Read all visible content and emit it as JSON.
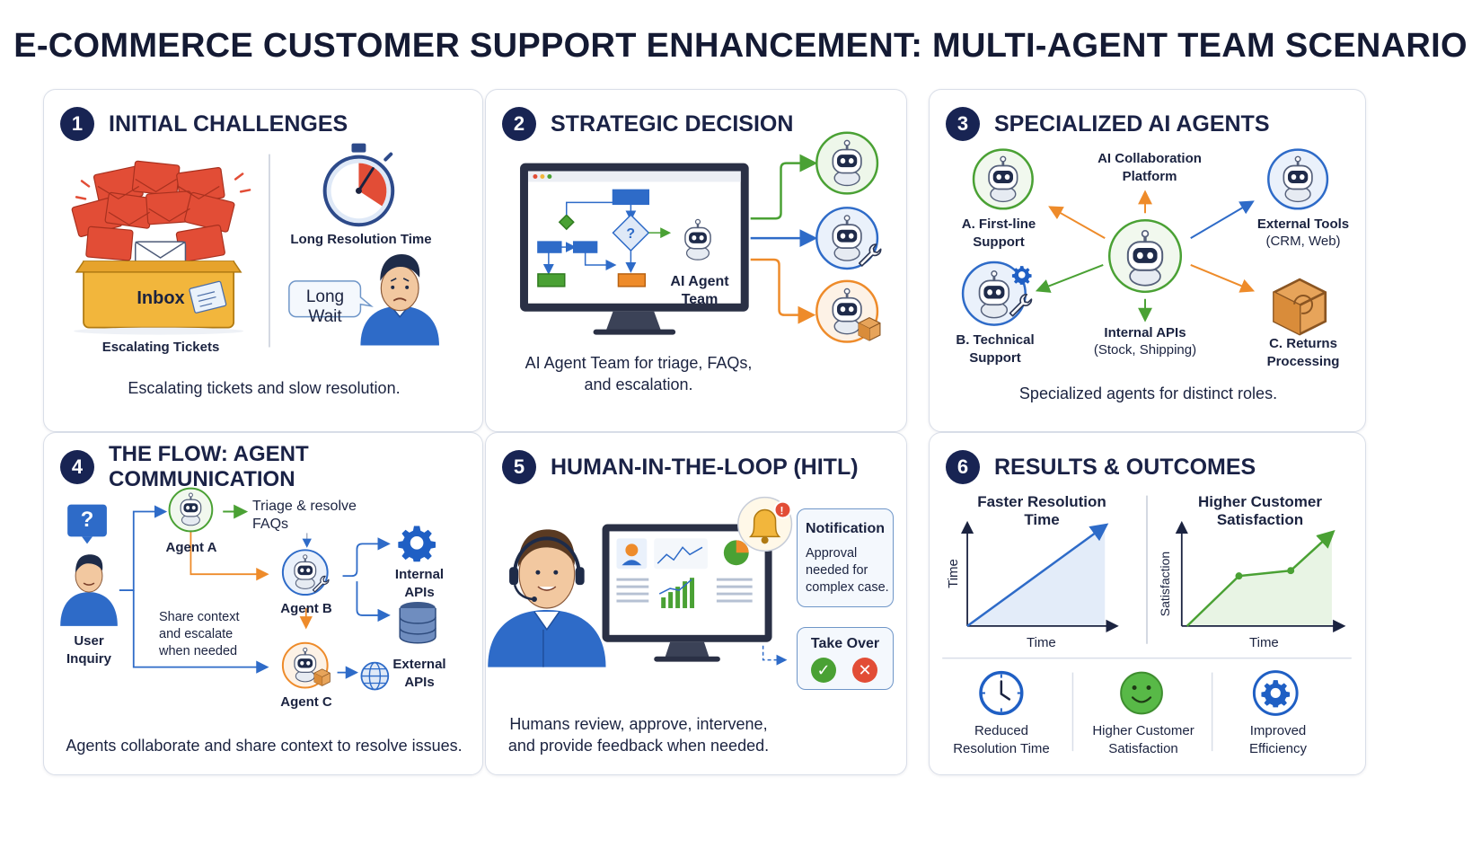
{
  "title": "E-COMMERCE CUSTOMER SUPPORT ENHANCEMENT: MULTI-AGENT TEAM SCENARIO",
  "colors": {
    "navy": "#182453",
    "green": "#4aa134",
    "blue": "#2e6bc8",
    "orange": "#ee8b2a",
    "red": "#e24d36",
    "border": "#d9dee8"
  },
  "panels": [
    {
      "number": "1",
      "title": "INITIAL CHALLENGES",
      "inbox_label": "Inbox",
      "escalating_label": "Escalating Tickets",
      "long_time_label": "Long Resolution Time",
      "long_wait_label": "Long Wait",
      "caption": "Escalating tickets and slow resolution.",
      "icons": [
        "inbox-icon",
        "envelope-icon",
        "stopwatch-icon",
        "sad-customer-icon"
      ]
    },
    {
      "number": "2",
      "title": "STRATEGIC DECISION",
      "agent_team_label": "AI Agent Team",
      "caption": "AI Agent Team for triage, FAQs, and escalation.",
      "icons": [
        "monitor-icon",
        "flowchart-icon",
        "robot-icon",
        "wrench-icon",
        "box-icon"
      ]
    },
    {
      "number": "3",
      "title": "SPECIALIZED AI AGENTS",
      "platform_label": "AI Collaboration Platform",
      "first_line_label": "A. First-line Support",
      "external_tools_label": "External Tools",
      "external_tools_sub": "(CRM, Web)",
      "technical_label": "B. Technical Support",
      "internal_apis_label": "Internal APIs",
      "internal_apis_sub": "(Stock, Shipping)",
      "returns_label": "C. Returns Processing",
      "caption": "Specialized agents for distinct roles.",
      "icons": [
        "robot-icon",
        "gear-icon",
        "wrench-icon",
        "box-icon"
      ]
    },
    {
      "number": "4",
      "title": "THE FLOW: AGENT COMMUNICATION",
      "question_mark": "?",
      "user_inquiry_label": "User Inquiry",
      "triage_label": "Triage & resolve FAQs",
      "agent_a_label": "Agent A",
      "agent_b_label": "Agent B",
      "agent_c_label": "Agent C",
      "share_label": "Share context and escalate when needed",
      "internal_apis_label": "Internal APIs",
      "external_apis_label": "External APIs",
      "caption": "Agents collaborate and share context to resolve issues.",
      "icons": [
        "question-icon",
        "user-icon",
        "robot-icon",
        "gear-icon",
        "database-icon",
        "globe-icon"
      ]
    },
    {
      "number": "5",
      "title": "HUMAN-IN-THE-LOOP (HITL)",
      "notification_title": "Notification",
      "notification_text": "Approval needed for complex case.",
      "takeover_label": "Take Over",
      "caption": "Humans review, approve, intervene, and provide feedback when needed.",
      "icons": [
        "support-agent-icon",
        "bell-icon",
        "check-icon",
        "cross-icon",
        "dashboard-icon"
      ]
    },
    {
      "number": "6",
      "title": "RESULTS & OUTCOMES",
      "chart1_title": "Faster Resolution Time",
      "chart1_ylabel": "Time",
      "chart1_xlabel": "Time",
      "chart2_title": "Higher Customer Satisfaction",
      "chart2_ylabel": "Satisfaction",
      "chart2_xlabel": "Time",
      "outcomes": [
        "Reduced Resolution Time",
        "Higher Customer Satisfaction",
        "Improved Efficiency"
      ],
      "icons": [
        "clock-icon",
        "smiley-icon",
        "gear-icon"
      ]
    }
  ]
}
